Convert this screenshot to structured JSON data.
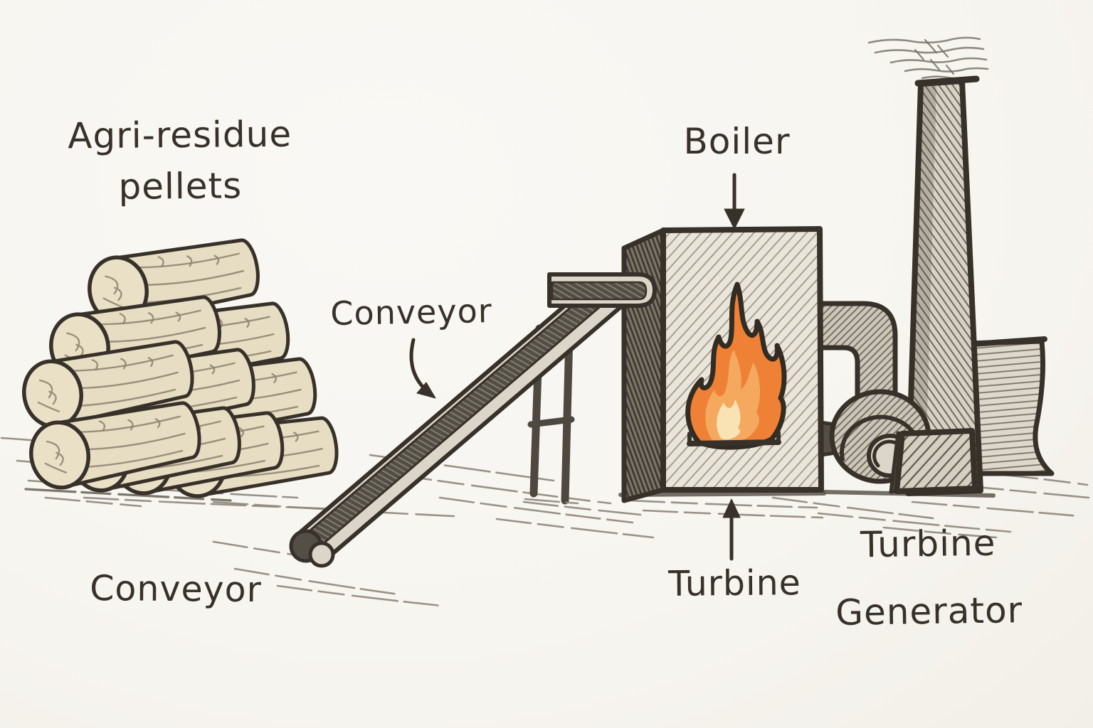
{
  "labels": {
    "agri_line1": "Agri-residue",
    "agri_line2": "pellets",
    "conveyor_upper": "Conveyor",
    "conveyor_lower": "Conveyor",
    "boiler": "Boiler",
    "turbine": "Turbine",
    "generator_line1": "Turbine",
    "generator_line2": "Generator"
  },
  "annotations": [
    {
      "label": "Boiler",
      "arrow": "down",
      "target": "boiler"
    },
    {
      "label": "Turbine",
      "arrow": "up",
      "target": "turbine"
    },
    {
      "label": "Conveyor",
      "arrow": "curved-down-right",
      "target": "conveyor-belt"
    }
  ],
  "icons": {
    "boiler-arrow": "↓",
    "turbine-arrow": "↑",
    "conveyor-arrow": "↘"
  },
  "parts": [
    "pellet-stack",
    "conveyor-belt",
    "boiler",
    "flame",
    "steam-pipe",
    "turbine",
    "generator",
    "chimney",
    "smoke",
    "cooling-tower",
    "ground-shadows"
  ],
  "colors": {
    "paper": "#f7f5f0",
    "ink": "#37312a",
    "ink_soft": "#5c564c",
    "pencil": "#8e877b",
    "pellet": "#e7ddc2",
    "pellet_face": "#eae0c6",
    "pellet_shade": "#8c8170",
    "flame_outer": "#ee8136",
    "flame_mid": "#f4a95e",
    "flame_core": "#f9e3b4",
    "metal_light": "#dcd6ca",
    "metal_mid": "#c9c3b6",
    "metal_dark": "#534e46"
  }
}
